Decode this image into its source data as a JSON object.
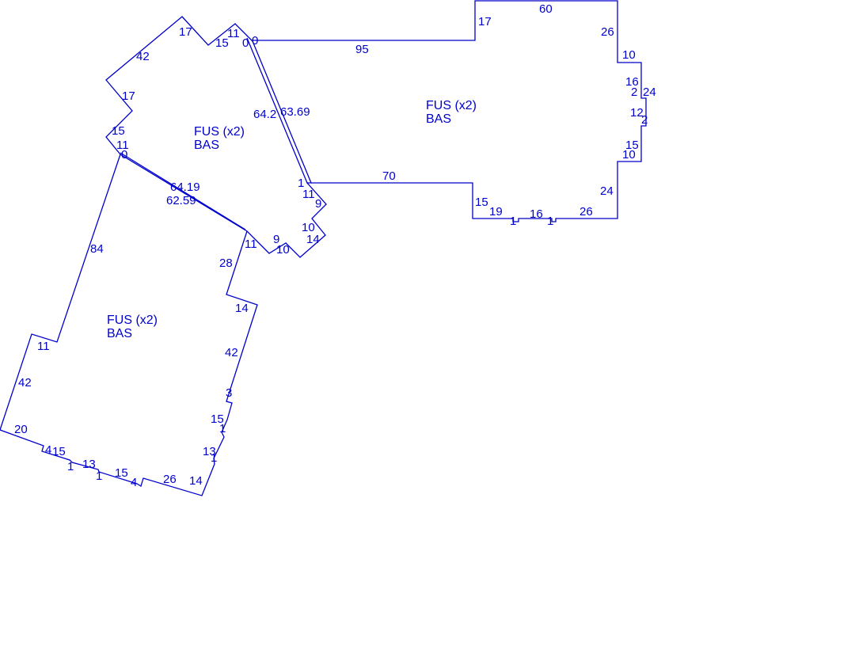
{
  "colors": {
    "line": "#0000cc",
    "background": "#ffffff"
  },
  "areas": [
    {
      "id": "upper-left",
      "code": "FUS (x2)",
      "name": "BAS"
    },
    {
      "id": "right",
      "code": "FUS (x2)",
      "name": "BAS"
    },
    {
      "id": "lower-left",
      "code": "FUS (x2)",
      "name": "BAS"
    }
  ],
  "dimensions": {
    "upper_left": [
      "17",
      "11",
      "15",
      "0",
      "0",
      "42",
      "17",
      "15",
      "11",
      "0",
      "64.2",
      "63.69",
      "64.19",
      "62.59",
      "1",
      "11",
      "9",
      "10",
      "14",
      "9",
      "10",
      "11"
    ],
    "right": [
      "60",
      "17",
      "95",
      "26",
      "10",
      "16",
      "2",
      "24",
      "12",
      "2",
      "15",
      "10",
      "24",
      "70",
      "15",
      "19",
      "1",
      "16",
      "1",
      "26"
    ],
    "lower_left": [
      "84",
      "28",
      "14",
      "11",
      "42",
      "42",
      "3",
      "15",
      "1",
      "20",
      "4",
      "15",
      "1",
      "13",
      "1",
      "15",
      "4",
      "26",
      "14",
      "13",
      "1"
    ]
  }
}
